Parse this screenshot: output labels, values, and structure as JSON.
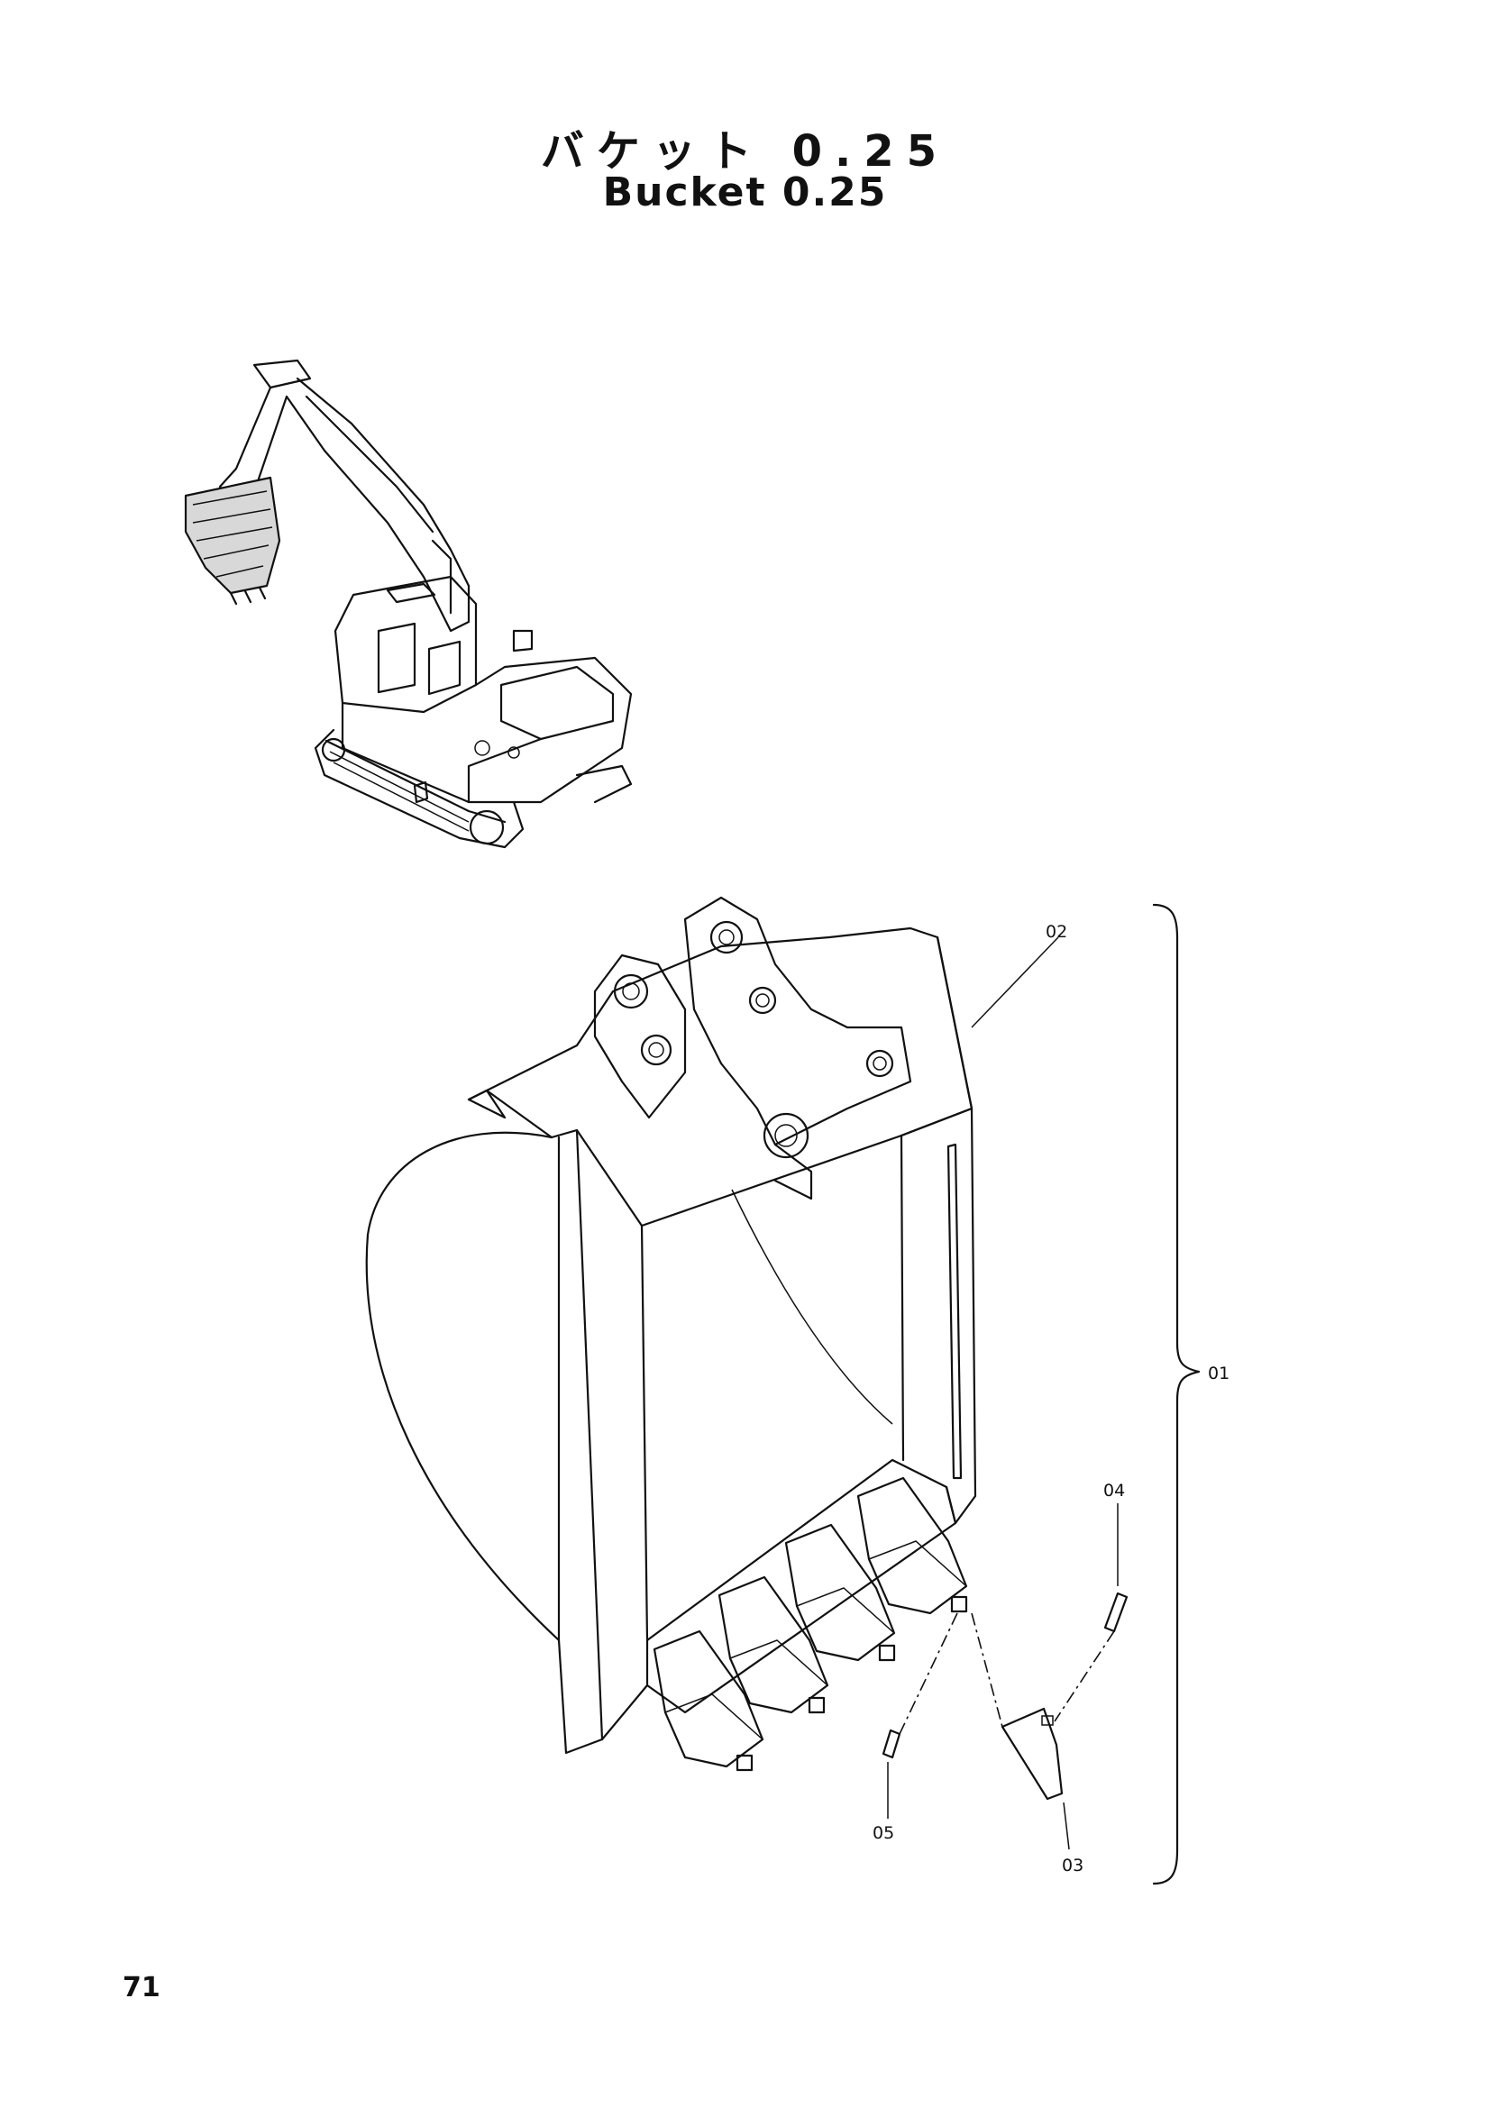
{
  "title": {
    "japanese": "バケット 0.25",
    "english": "Bucket 0.25"
  },
  "callouts": [
    "02",
    "01",
    "04",
    "05",
    "03"
  ],
  "page_number": "71"
}
